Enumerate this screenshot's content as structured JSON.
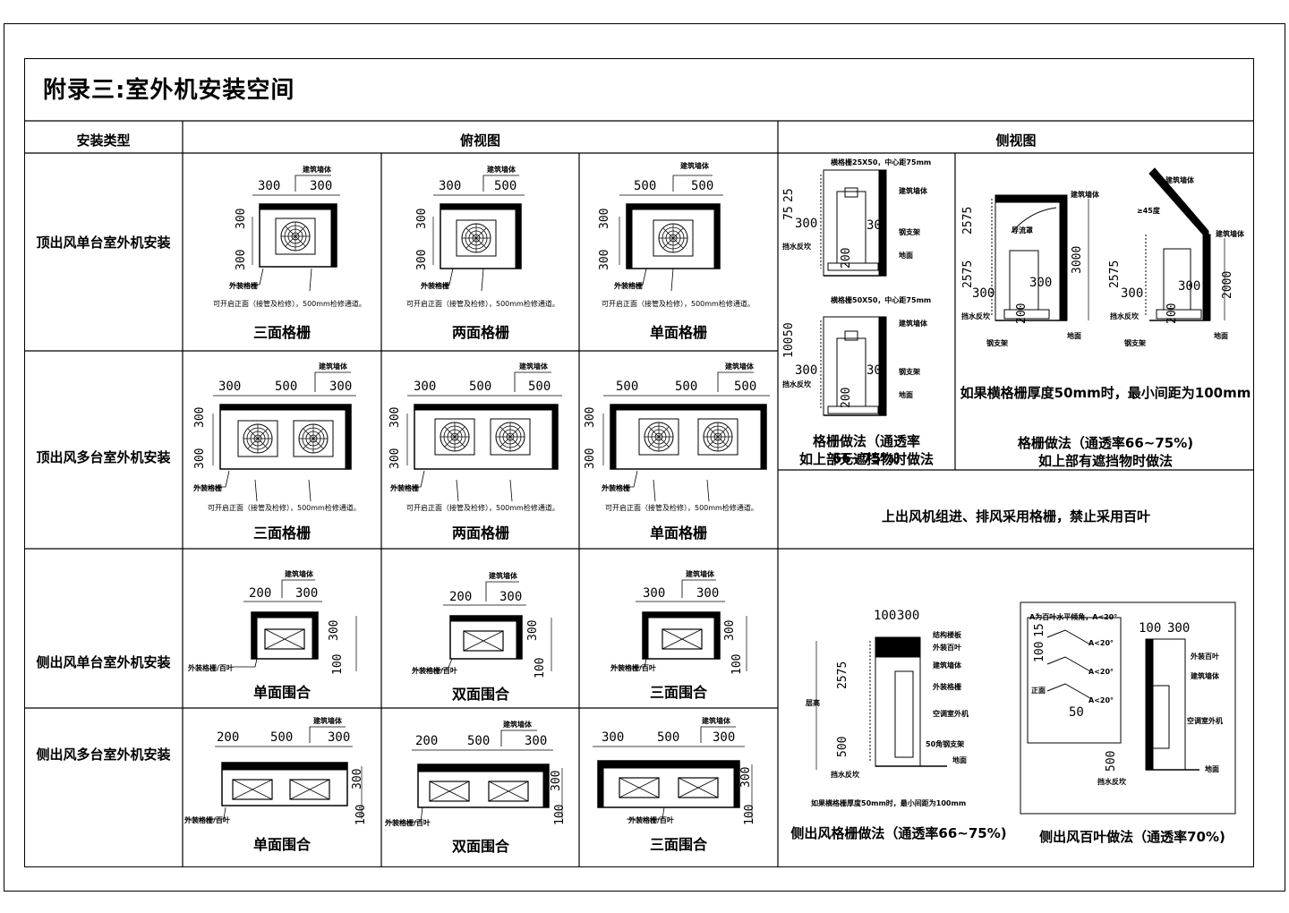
{
  "title": "附录三:室外机安装空间",
  "headers": {
    "type": "安装类型",
    "top_view": "俯视图",
    "side_view": "侧视图"
  },
  "rows": [
    {
      "label": "顶出风单台室外机安装",
      "cells": [
        "三面格栅",
        "两面格栅",
        "单面格栅"
      ]
    },
    {
      "label": "顶出风多台室外机安装",
      "cells": [
        "三面格栅",
        "两面格栅",
        "单面格栅"
      ]
    },
    {
      "label": "侧出风单台室外机安装",
      "cells": [
        "单面围合",
        "双面围合",
        "三面围合"
      ]
    },
    {
      "label": "侧出风多台室外机安装",
      "cells": [
        "单面围合",
        "双面围合",
        "三面围合"
      ]
    }
  ],
  "annotations": {
    "wall": "建筑墙体",
    "outer_grille": "外装格栅",
    "outer_grille_louver": "外装格栅/百叶",
    "open_front": "可开启正面（接管及检修），500mm检修通道。",
    "steel_bracket": "钢支架",
    "floor": "地面",
    "water_stop": "挡水反坎",
    "guide": "导流罩",
    "hgrille1": "横格栅25X50，中心距75mm",
    "hgrille2": "横格栅50X50，中心距75mm",
    "angle45": "≥45度",
    "struct_slab": "结构楼板",
    "louver_label": "外装百叶",
    "ac_unit": "空调室外机",
    "angle_bracket": "50角钢支架",
    "floor_height": "层高",
    "front": "正面",
    "louver_angle_note": "A为百叶水平倾角，A<20°",
    "a20": "A<20°"
  },
  "side": {
    "grille_a_1": "格栅做法（通透率66~75%)",
    "grille_a_2": "如上部无遮挡物时做法",
    "grille_b_1": "格栅做法（通透率66~75%)",
    "grille_b_2": "如上部有遮挡物时做法",
    "hgrille_note": "如果横格栅厚度50mm时，最小间距为100mm",
    "top_rule": "上出风机组进、排风采用格栅，禁止采用百叶",
    "side_grille": "侧出风格栅做法（通透率66~75%)",
    "side_louver": "侧出风百叶做法（通透率70%)",
    "side_small_note": "如果横格栅厚度50mm时，最小间距为100mm"
  },
  "dims": {
    "d100": "100",
    "d200": "200",
    "d300": "300",
    "d500": "500",
    "d2000": "2000",
    "d3000": "3000",
    "d25": "25",
    "d75": "75",
    "d50": "50",
    "d15": "15",
    "d30": "30",
    "d2575": "2575"
  }
}
